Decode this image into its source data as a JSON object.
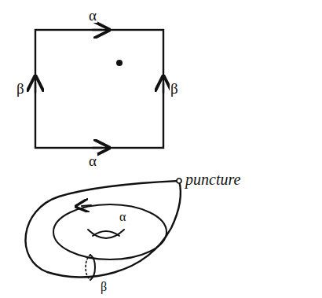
{
  "diagram": {
    "labels": [
      "α",
      "β",
      "β",
      "α",
      "puncture",
      "α",
      "β"
    ]
  }
}
